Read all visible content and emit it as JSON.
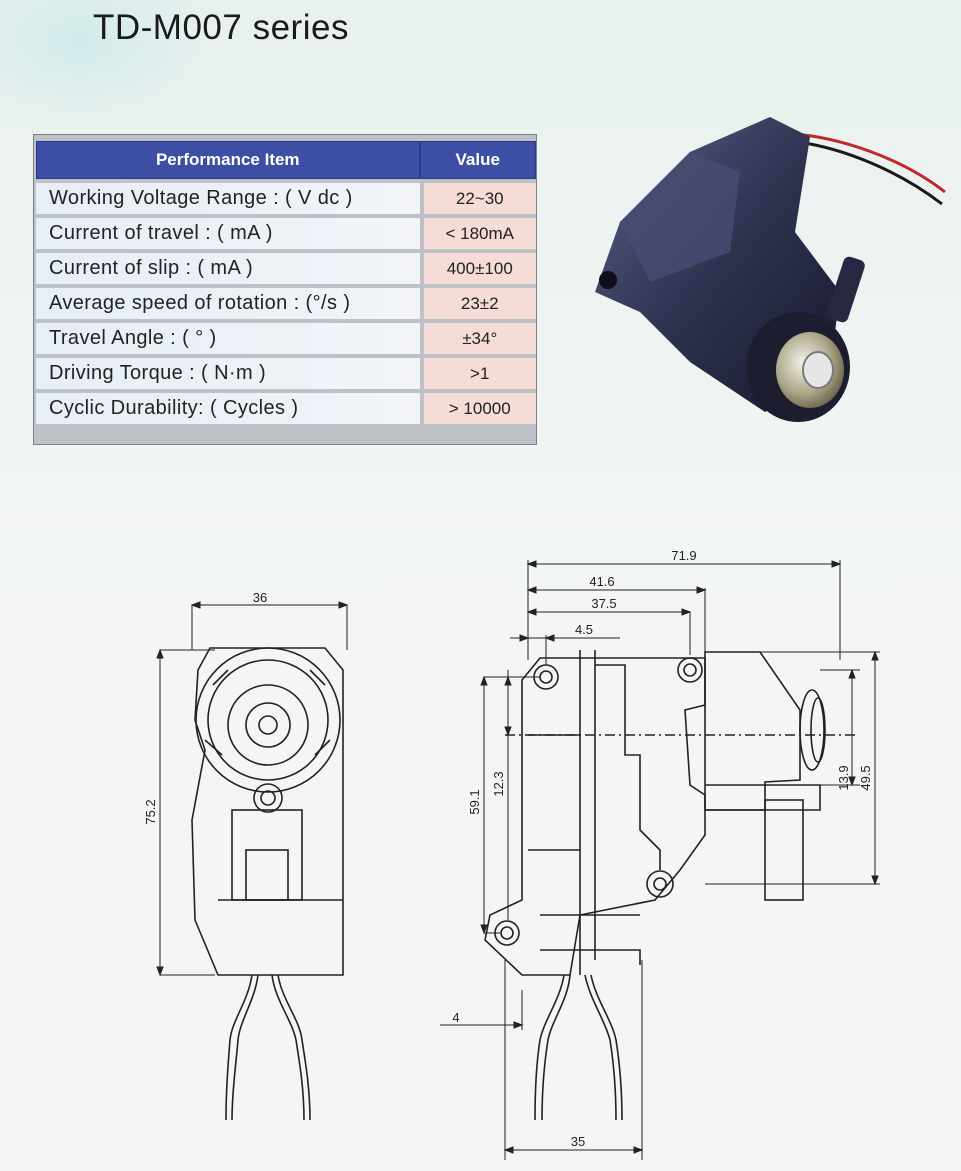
{
  "title": "TD-M007 series",
  "table": {
    "header_item": "Performance  Item",
    "header_value": "Value",
    "rows": [
      {
        "item": "Working Voltage Range : ( V dc )",
        "value": "22~30"
      },
      {
        "item": "Current of travel :  ( mA )",
        "value": "< 180mA"
      },
      {
        "item": "Current  of  slip :  ( mA )",
        "value": "400±100"
      },
      {
        "item": "Average speed of rotation : (°/s )",
        "value": "23±2"
      },
      {
        "item": "Travel   Angle :  ( ° )",
        "value": "±34°"
      },
      {
        "item": "Driving  Torque  : ( N·m )",
        "value": ">1"
      },
      {
        "item": "Cyclic Durability: ( Cycles  )",
        "value": "> 10000"
      }
    ]
  },
  "dimensions": {
    "front_width": "36",
    "front_height": "75.2",
    "side_total_length": "71.9",
    "side_length_a": "41.6",
    "side_length_b": "37.5",
    "side_offset": "4.5",
    "side_height_a": "59.1",
    "side_height_b": "12.3",
    "side_height_c": "13.9",
    "side_height_d": "49.5",
    "wire_offset": "4",
    "side_bottom_width": "35"
  },
  "colors": {
    "header_blue": "#3d4fa4",
    "value_pink": "#f6dcd6",
    "actuator_body": "#2e3148",
    "wire_red": "#c0282c"
  }
}
